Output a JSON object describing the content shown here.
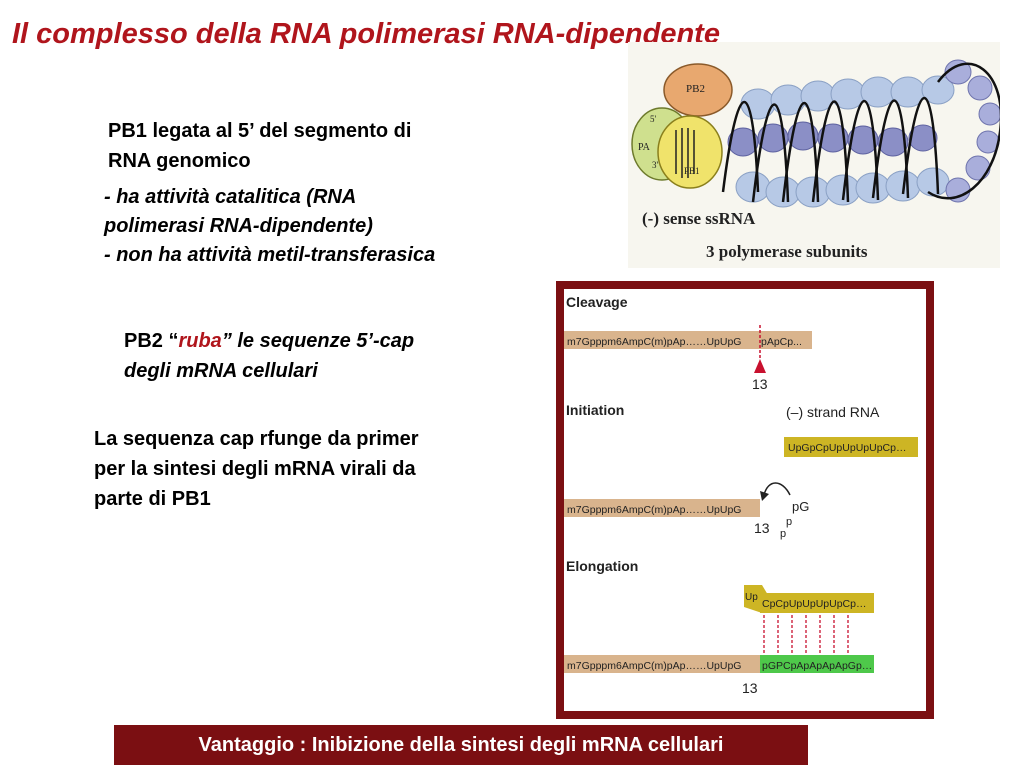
{
  "slide": {
    "title": "Il complesso della RNA polimerasi RNA-dipendente",
    "pb1": {
      "line1": "PB1 legata al 5’ del segmento di",
      "line2": "RNA genomico"
    },
    "activity": {
      "line1": "- ha attività catalitica (RNA",
      "line2": "polimerasi RNA-dipendente)",
      "line3": "- non ha attività metil-transferasica"
    },
    "pb2": {
      "prefix": "PB2 “",
      "word": "ruba",
      "suffix": "” le sequenze 5’-cap",
      "line2": "degli mRNA cellulari"
    },
    "cap": {
      "line1": "La sequenza cap rfunge da primer",
      "line2": "per la sintesi degli mRNA virali da",
      "line3": "parte di PB1"
    },
    "banner": "Vantaggio : Inibizione della sintesi degli mRNA cellulari"
  },
  "complex_figure": {
    "pb2": "PB2",
    "pa": "PA",
    "pb1": "PB1",
    "five_prime": "5'",
    "three_prime": "3'",
    "caption1": "(-) sense ssRNA",
    "caption2": "3 polymerase subunits"
  },
  "mechanism_figure": {
    "cleavage": "Cleavage",
    "initiation": "Initiation",
    "elongation": "Elongation",
    "mrna_left": "m7Gpppm6AmpC(m)pAp……UpUpG",
    "cleavage_right": "pApCp...",
    "cut_site": "13",
    "strand_label": "(–) strand RNA",
    "template": "UpGpCpUpUpUpUpCp…",
    "pg": "pG",
    "p1": "p",
    "p2": "p",
    "up": "Up",
    "elong_template": "CpCpUpUpUpUpCp…",
    "elong_green": "pGPCpApApApApGp…"
  }
}
